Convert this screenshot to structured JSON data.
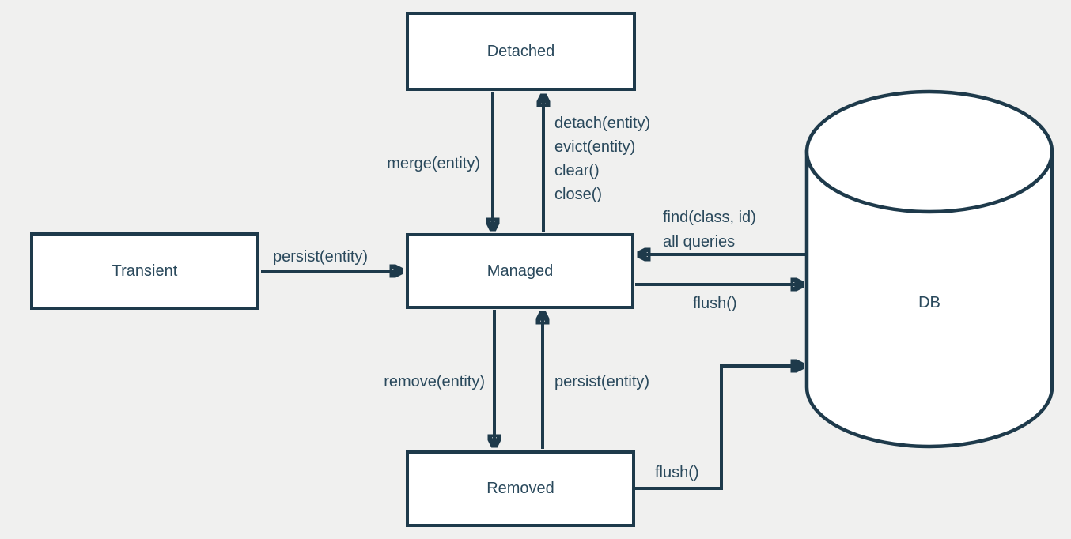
{
  "diagram": {
    "nodes": {
      "detached": {
        "label": "Detached"
      },
      "transient": {
        "label": "Transient"
      },
      "managed": {
        "label": "Managed"
      },
      "removed": {
        "label": "Removed"
      },
      "db": {
        "label": "DB"
      }
    },
    "edges": {
      "merge": {
        "label": "merge(entity)",
        "from": "detached",
        "to": "managed"
      },
      "detach_group": {
        "lines": [
          "detach(entity)",
          "evict(entity)",
          "clear()",
          "close()"
        ],
        "from": "managed",
        "to": "detached"
      },
      "persist_top": {
        "label": "persist(entity)",
        "from": "transient",
        "to": "managed"
      },
      "find_group": {
        "lines": [
          "find(class, id)",
          "all queries"
        ],
        "from": "db",
        "to": "managed"
      },
      "flush_managed": {
        "label": "flush()",
        "from": "managed",
        "to": "db"
      },
      "remove": {
        "label": "remove(entity)",
        "from": "managed",
        "to": "removed"
      },
      "persist_bottom": {
        "label": "persist(entity)",
        "from": "removed",
        "to": "managed"
      },
      "flush_removed": {
        "label": "flush()",
        "from": "removed",
        "to": "db"
      }
    },
    "colors": {
      "ink": "#1e3a4b",
      "text": "#2a495c",
      "background": "#f0f0ef",
      "node_fill": "#ffffff"
    }
  }
}
